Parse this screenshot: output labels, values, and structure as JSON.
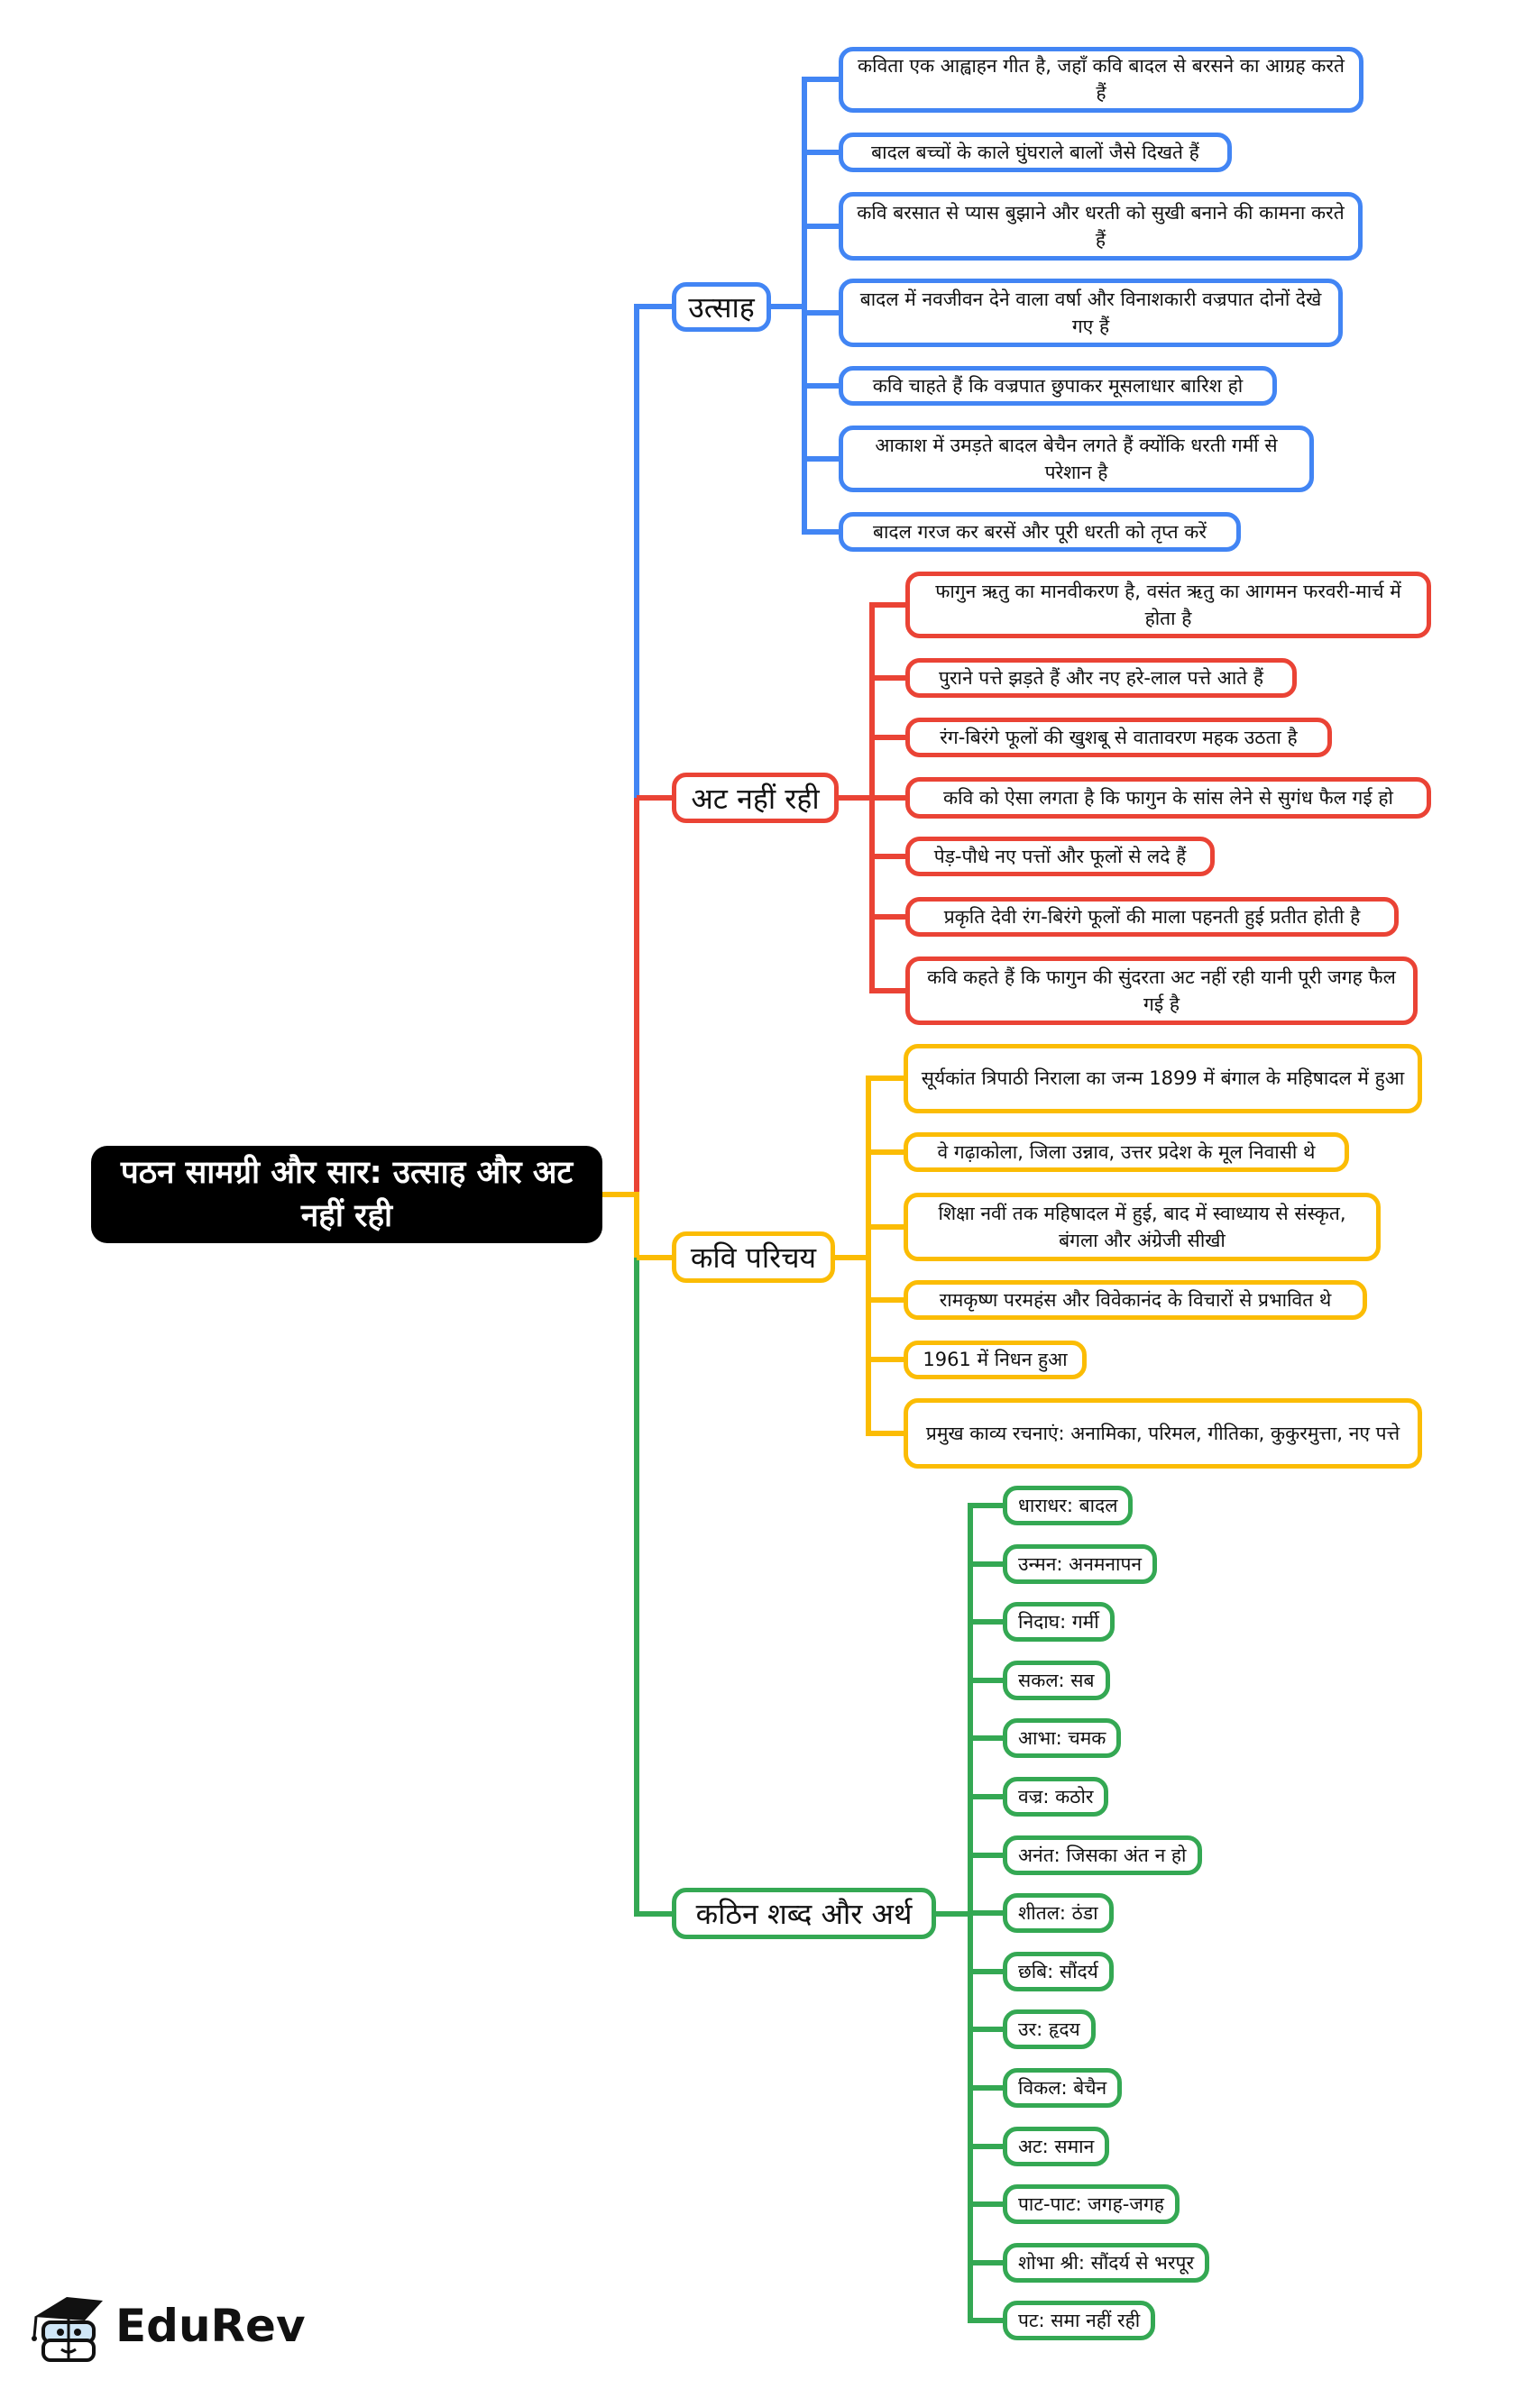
{
  "root": {
    "title": "पठन सामग्री और सार: उत्साह और अट नहीं रही"
  },
  "colors": {
    "blue": "#4285f4",
    "red": "#ea4335",
    "yellow": "#fbbc04",
    "green": "#34a853"
  },
  "branches": [
    {
      "label": "उत्साह",
      "items": [
        "कविता एक आह्वाहन गीत है, जहाँ कवि बादल से बरसने का आग्रह करते हैं",
        "बादल बच्चों के काले घुंघराले बालों जैसे दिखते हैं",
        "कवि बरसात से प्यास बुझाने और धरती को सुखी बनाने की कामना करते हैं",
        "बादल में नवजीवन देने वाला वर्षा और विनाशकारी वज्रपात दोनों देखे गए हैं",
        "कवि चाहते हैं कि वज्रपात छुपाकर मूसलाधार बारिश हो",
        "आकाश में उमड़ते बादल बेचैन लगते हैं क्योंकि धरती गर्मी से परेशान है",
        "बादल गरज कर बरसें और पूरी धरती को तृप्त करें"
      ]
    },
    {
      "label": "अट नहीं रही",
      "items": [
        "फागुन ऋतु का मानवीकरण है, वसंत ऋतु का आगमन फरवरी-मार्च में होता है",
        "पुराने पत्ते झड़ते हैं और नए हरे-लाल पत्ते आते हैं",
        "रंग-बिरंगे फूलों की खुशबू से वातावरण महक उठता है",
        "कवि को ऐसा लगता है कि फागुन के सांस लेने से सुगंध फैल गई हो",
        "पेड़-पौधे नए पत्तों और फूलों से लदे हैं",
        "प्रकृति देवी रंग-बिरंगे फूलों की माला पहनती हुई प्रतीत होती है",
        "कवि कहते हैं कि फागुन की सुंदरता अट नहीं रही यानी पूरी जगह फैल गई है"
      ]
    },
    {
      "label": "कवि परिचय",
      "items": [
        "सूर्यकांत त्रिपाठी निराला का जन्म 1899 में बंगाल के महिषादल में हुआ",
        "वे गढ़ाकोला, जिला उन्नाव, उत्तर प्रदेश के मूल निवासी थे",
        "शिक्षा नवीं तक महिषादल में हुई, बाद में स्वाध्याय से संस्कृत, बंगला और अंग्रेजी सीखी",
        "रामकृष्ण परमहंस और विवेकानंद के विचारों से प्रभावित थे",
        "1961 में निधन हुआ",
        "प्रमुख काव्य रचनाएं: अनामिका, परिमल, गीतिका, कुकुरमुत्ता, नए पत्ते"
      ]
    },
    {
      "label": "कठिन शब्द और अर्थ",
      "items": [
        "धाराधर: बादल",
        "उन्मन: अनमनापन",
        "निदाघ: गर्मी",
        "सकल: सब",
        "आभा: चमक",
        "वज्र: कठोर",
        "अनंत: जिसका अंत न हो",
        "शीतल: ठंडा",
        "छबि: सौंदर्य",
        "उर: हृदय",
        "विकल: बेचैन",
        "अट: समान",
        "पाट-पाट: जगह-जगह",
        "शोभा श्री: सौंदर्य से भरपूर",
        "पट: समा नहीं रही"
      ]
    }
  ],
  "logo": {
    "text": "EduRev"
  }
}
